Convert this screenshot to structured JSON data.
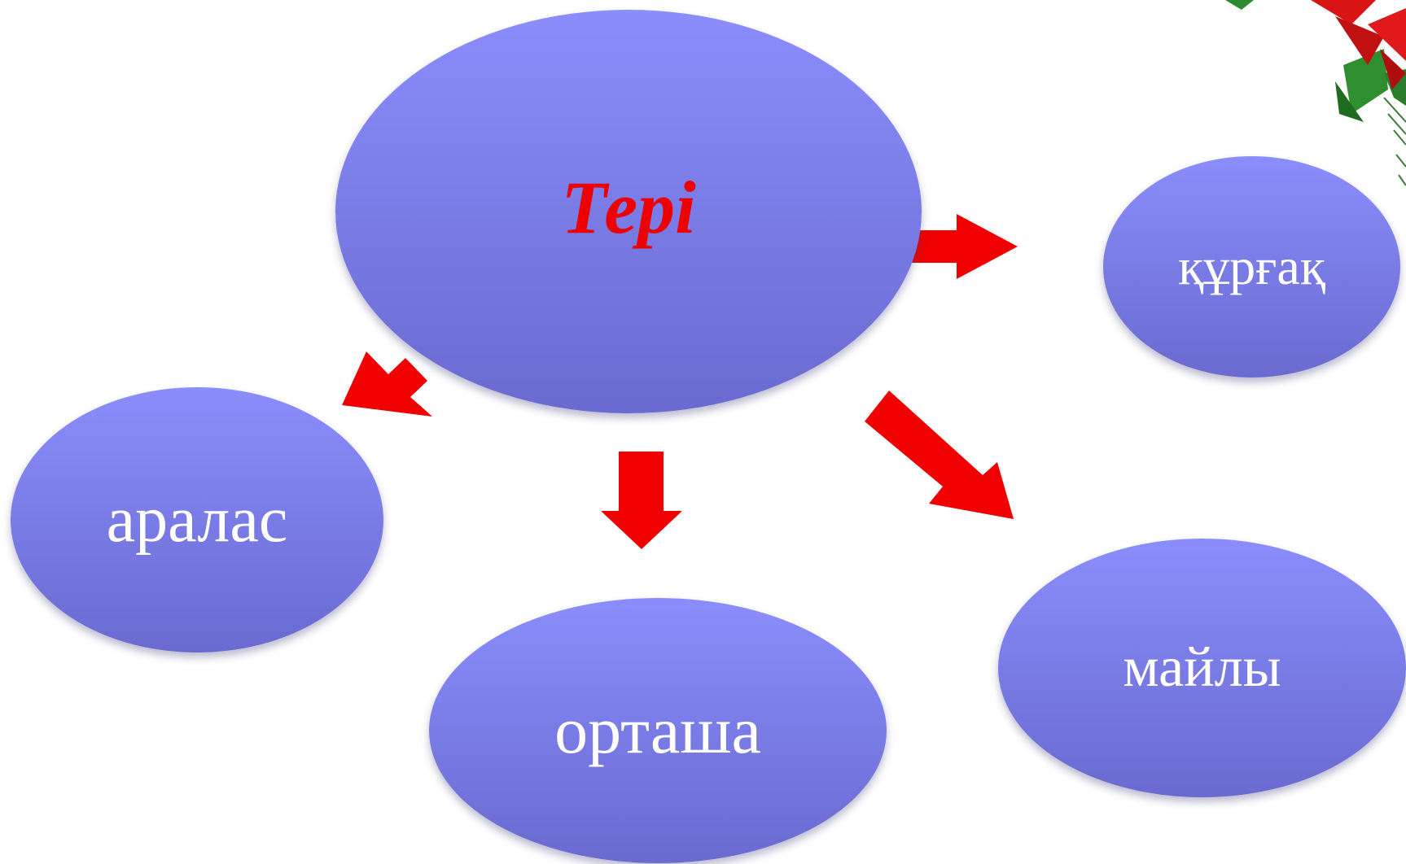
{
  "diagram": {
    "center": {
      "label": "Тері"
    },
    "nodes": [
      {
        "id": "dry",
        "label": "құрғақ"
      },
      {
        "id": "mixed",
        "label": "аралас"
      },
      {
        "id": "normal",
        "label": "орташа"
      },
      {
        "id": "oily",
        "label": "майлы"
      }
    ]
  },
  "colors": {
    "node_top": "#8a8dfc",
    "node_bottom": "#6a6ad0",
    "arrow": "#f00000",
    "center_text": "#ee0000",
    "node_text": "#ffffff"
  },
  "decoration": {
    "icon": "poinsettia-icon"
  }
}
